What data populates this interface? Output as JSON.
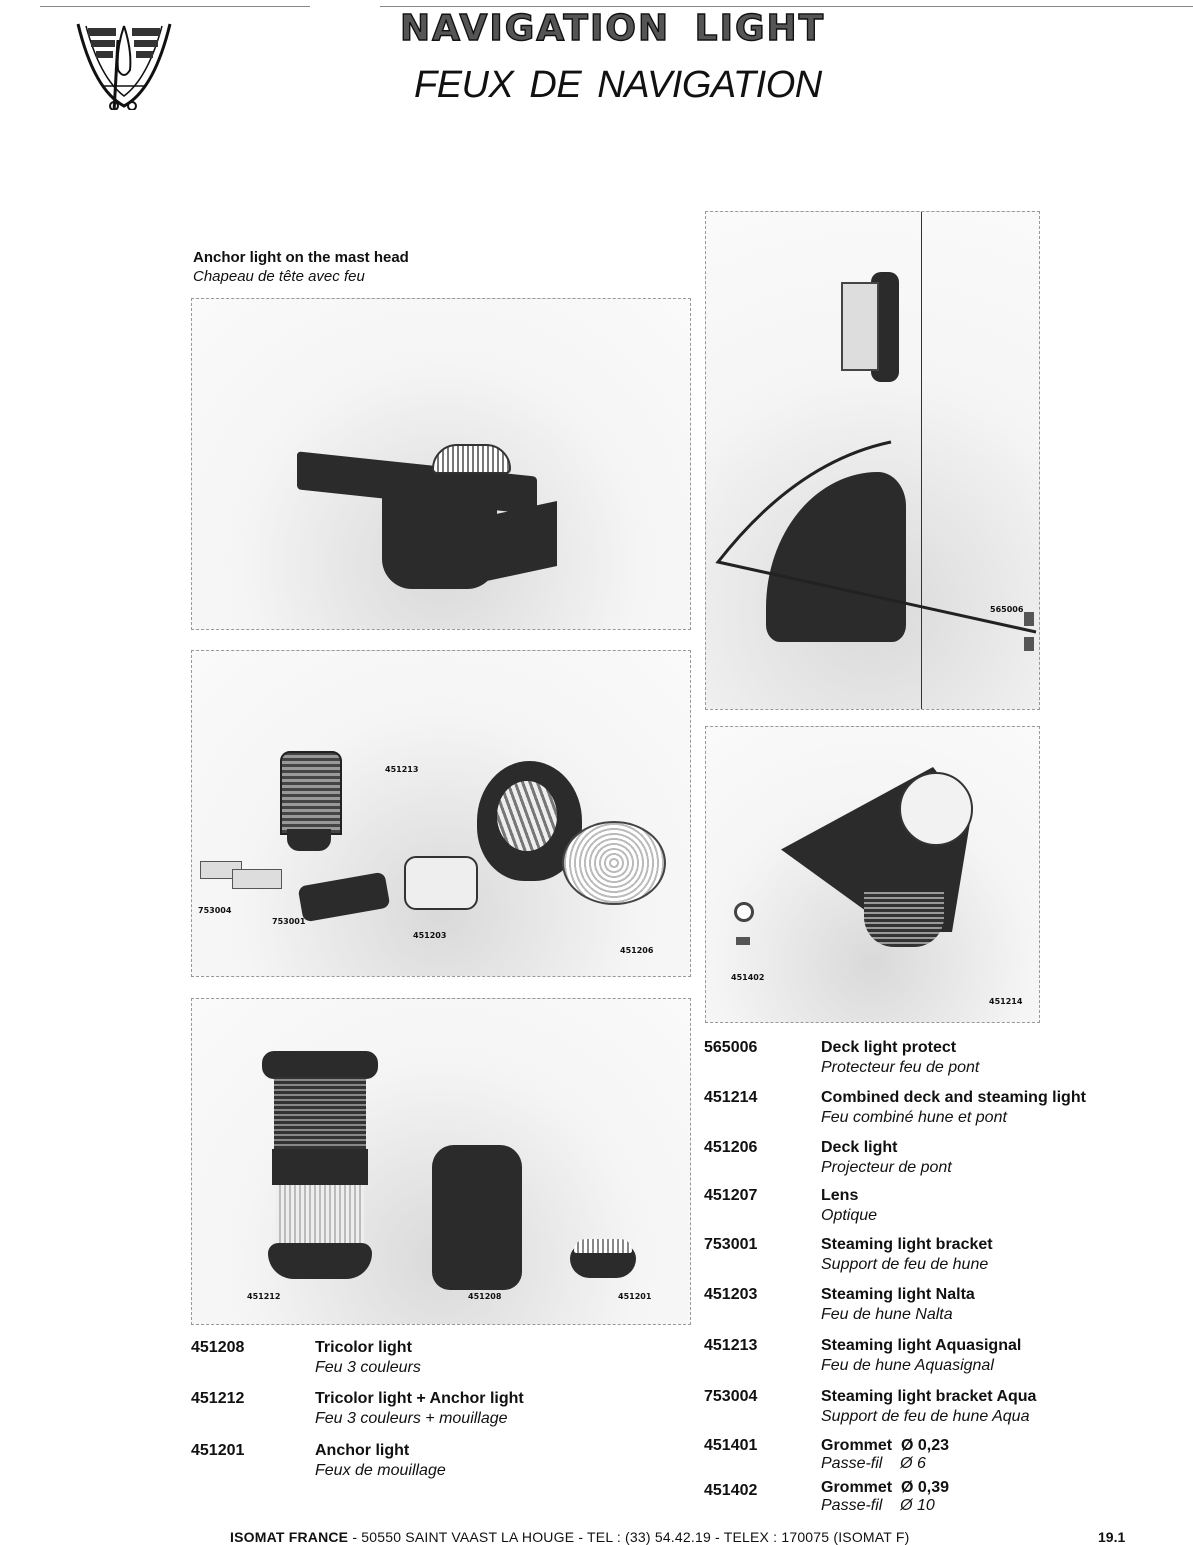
{
  "header": {
    "title_en": "NAVIGATION LIGHT",
    "title_fr": "FEUX DE NAVIGATION",
    "logo_icon": "ship-emblem-icon"
  },
  "anchor_masthead": {
    "caption_en": "Anchor light on the mast head",
    "caption_fr": "Chapeau de tête avec feu"
  },
  "photo_labels": {
    "photo2": [
      "451213",
      "753004",
      "753001",
      "451203",
      "451206"
    ],
    "photo3": [
      "451212",
      "451208",
      "451201"
    ],
    "photo_right_top": [
      "565006"
    ],
    "photo_right_bottom": [
      "451402",
      "451214"
    ]
  },
  "left_items": [
    {
      "code": "451208",
      "en": "Tricolor light",
      "fr": "Feu 3 couleurs"
    },
    {
      "code": "451212",
      "en": "Tricolor light + Anchor light",
      "fr": "Feu 3 couleurs + mouillage"
    },
    {
      "code": "451201",
      "en": "Anchor light",
      "fr": "Feux de mouillage"
    }
  ],
  "right_items": [
    {
      "code": "565006",
      "en": "Deck light protect",
      "fr": "Protecteur feu de pont"
    },
    {
      "code": "451214",
      "en": "Combined deck and steaming light",
      "fr": "Feu combiné hune et pont"
    },
    {
      "code": "451206",
      "en": "Deck light",
      "fr": "Projecteur de pont"
    },
    {
      "code": "451207",
      "en": "Lens",
      "fr": "Optique"
    },
    {
      "code": "753001",
      "en": "Steaming light bracket",
      "fr": "Support de feu de hune"
    },
    {
      "code": "451203",
      "en": "Steaming light Nalta",
      "fr": "Feu de hune Nalta"
    },
    {
      "code": "451213",
      "en": "Steaming light Aquasignal",
      "fr": "Feu de hune Aquasignal"
    },
    {
      "code": "753004",
      "en": "Steaming light bracket Aqua",
      "fr": "Support de feu de hune Aqua"
    },
    {
      "code": "451401",
      "en": "Grommet  Ø 0,23",
      "fr": "Passe-fil    Ø 6"
    },
    {
      "code": "451402",
      "en": "Grommet  Ø 0,39",
      "fr": "Passe-fil    Ø 10"
    }
  ],
  "footer": {
    "company": "ISOMAT FRANCE",
    "address": " - 50550 SAINT VAAST LA HOUGE - TEL : (33) 54.42.19 - TELEX : 170075 (ISOMAT F)",
    "page": "19.1"
  }
}
